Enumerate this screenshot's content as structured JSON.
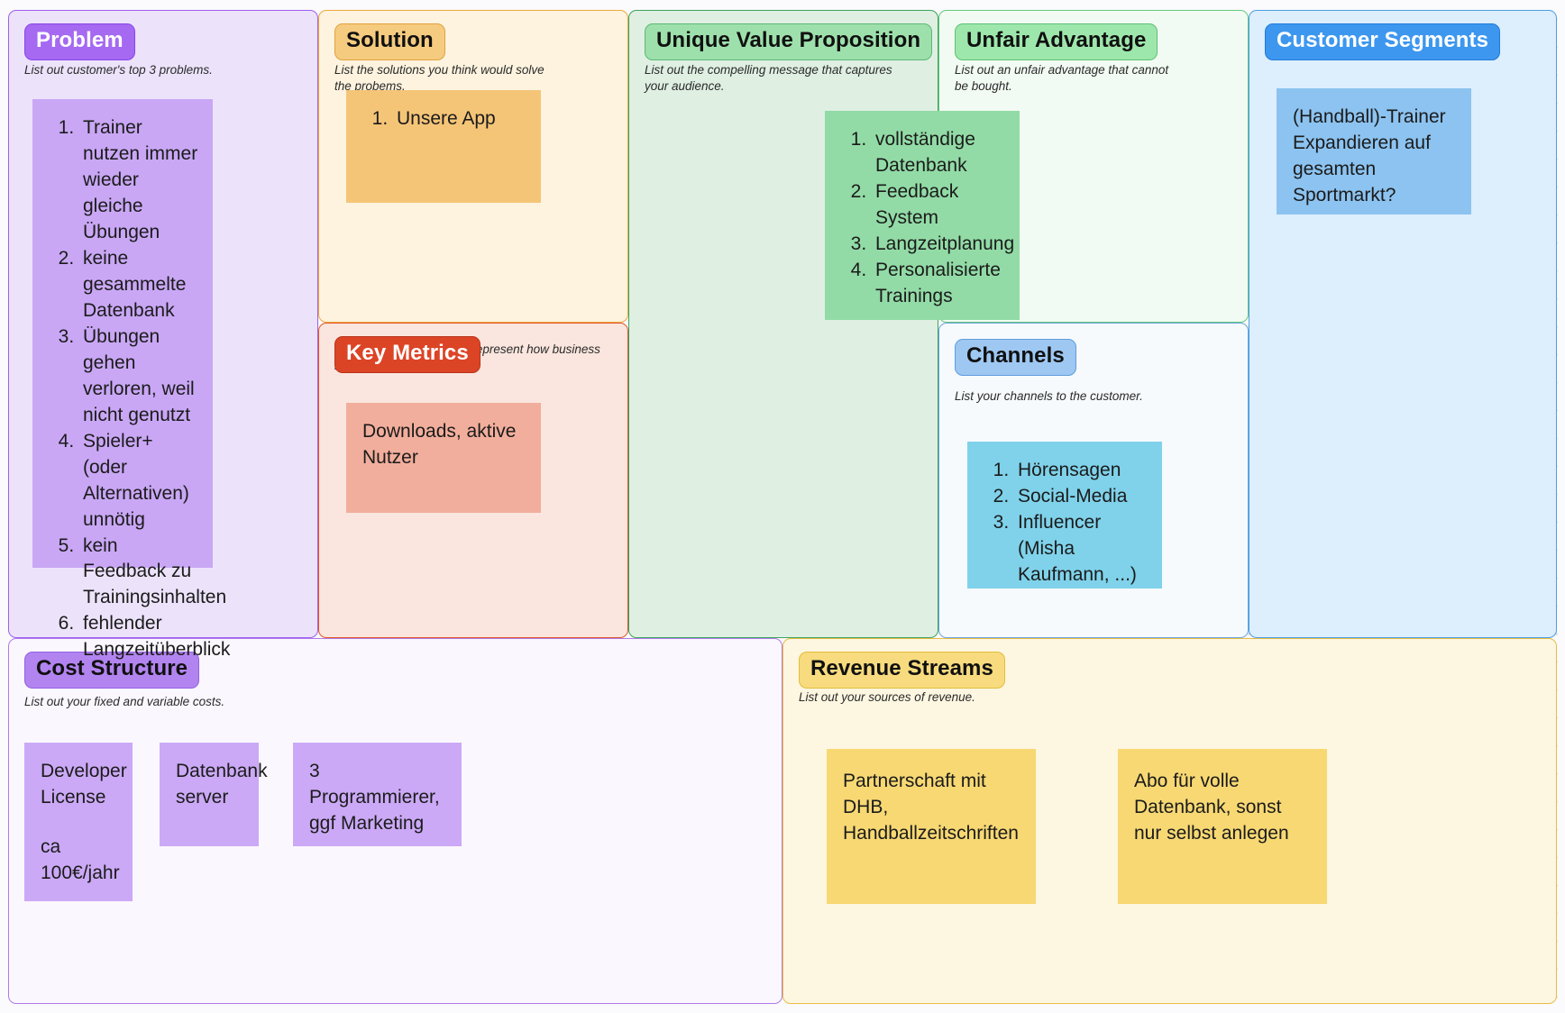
{
  "board": {
    "type": "lean-canvas",
    "blocks": {
      "problem": {
        "title": "Problem",
        "hint": "List out customer's top 3 problems.",
        "note_items": [
          "Trainer nutzen immer wieder gleiche Übungen",
          "keine gesammelte Datenbank",
          "Übungen gehen verloren, weil nicht genutzt",
          "Spieler+ (oder Alternativen) unnötig",
          "kein Feedback zu Trainingsinhalten",
          "fehlender Langzeitüberblick"
        ]
      },
      "solution": {
        "title": "Solution",
        "hint": "List the solutions you think would solve the probems.",
        "note_items": [
          "Unsere App"
        ]
      },
      "key_metrics": {
        "title": "Key Metrics",
        "hint": "List out the numbers that represent how business is doing.",
        "note_text": "Downloads, aktive Nutzer"
      },
      "unique_value_proposition": {
        "title": "Unique Value Proposition",
        "hint": "List out the compelling message that captures your audience."
      },
      "unfair_advantage": {
        "title": "Unfair Advantage",
        "hint": "List out an unfair advantage that cannot be bought.",
        "note_items": [
          "vollständige Datenbank",
          "Feedback System",
          "Langzeitplanung",
          "Personalisierte Trainings"
        ]
      },
      "channels": {
        "title": "Channels",
        "hint": "List your channels to the customer.",
        "note_items": [
          "Hörensagen",
          "Social-Media",
          "Influencer (Misha Kaufmann, ...)"
        ]
      },
      "customer_segments": {
        "title": "Customer Segments",
        "hint": "",
        "note_text": "(Handball)-Trainer Expandieren auf gesamten Sportmarkt?"
      },
      "cost_structure": {
        "title": "Cost Structure",
        "hint": "List out your fixed and variable costs.",
        "notes": [
          {
            "line1": "Developer License",
            "line2": "ca 100€/jahr"
          },
          {
            "line1": "Datenbank server",
            "line2": ""
          },
          {
            "line1": "3 Programmierer, ggf Marketing",
            "line2": ""
          }
        ]
      },
      "revenue_streams": {
        "title": "Revenue Streams",
        "hint": "List out your sources of revenue.",
        "notes": [
          "Partnerschaft mit DHB, Handballzeitschriften",
          "Abo für volle Datenbank, sonst nur selbst anlegen"
        ]
      }
    }
  },
  "colors": {
    "problem": "#a569f2",
    "solution": "#f5cb80",
    "key_metrics": "#dc4426",
    "uvp": "#9ee0ac",
    "unfair_advantage": "#9ee7ac",
    "channels": "#9ec8f2",
    "customer_segments": "#3d97ef",
    "cost_structure": "#b284f0",
    "revenue_streams": "#f7db7e"
  }
}
